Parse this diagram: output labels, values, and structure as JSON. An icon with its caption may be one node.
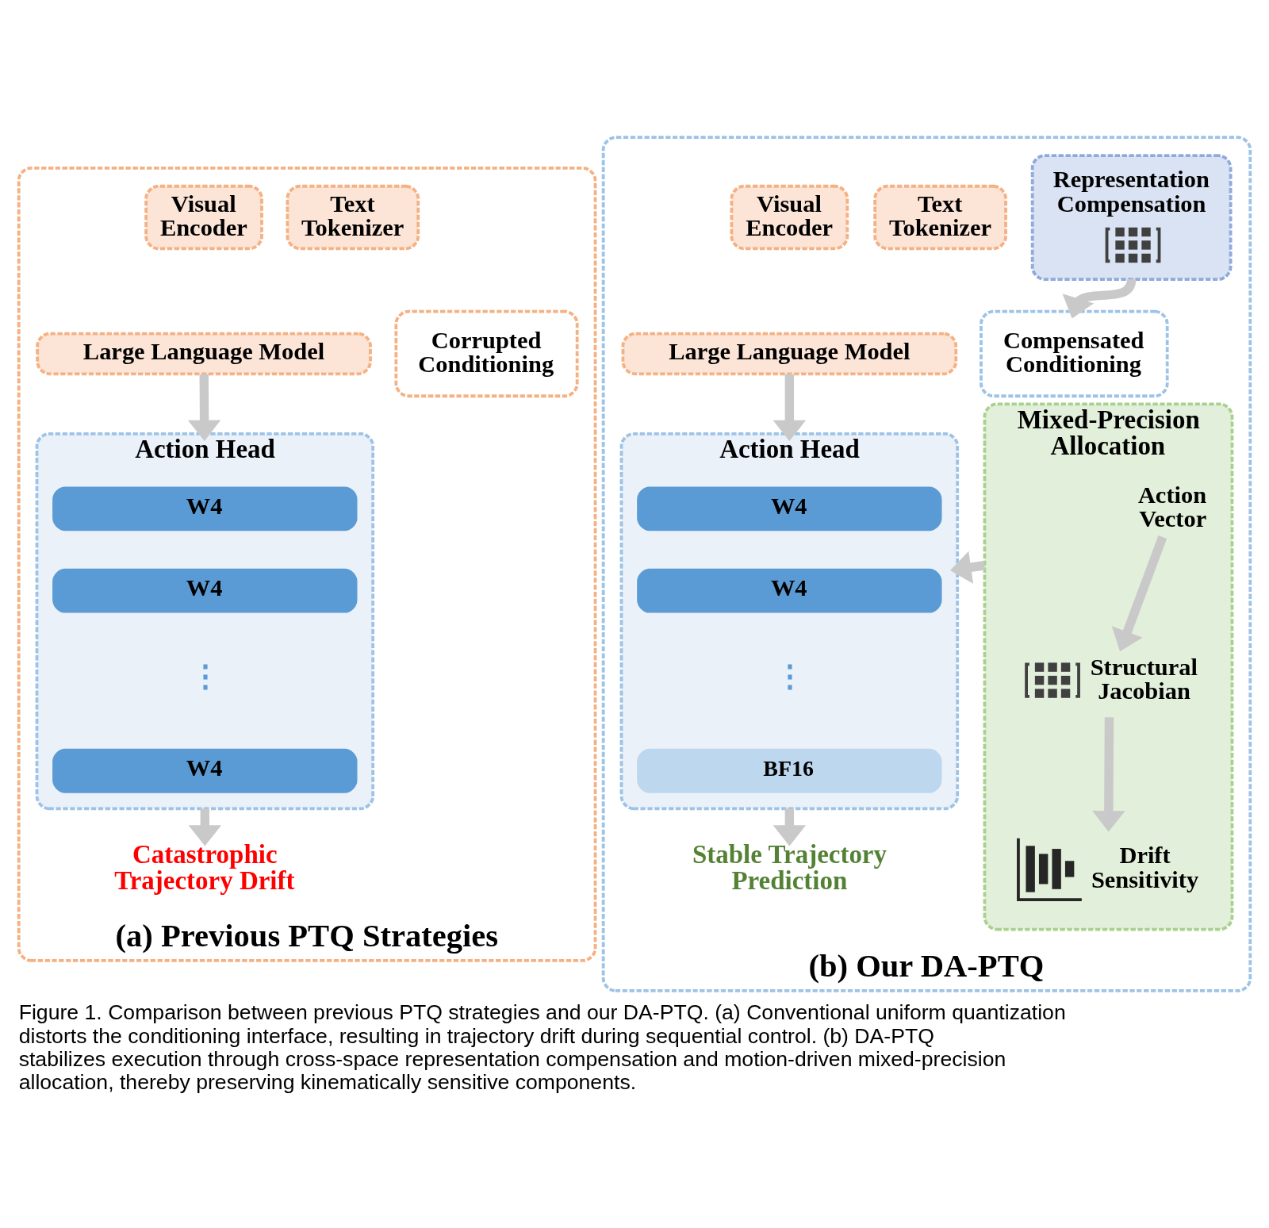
{
  "diagram": {
    "caption": "Figure 1. Comparison between previous PTQ strategies and our DA-PTQ. (a) Conventional uniform quantization distorts the conditioning interface, resulting in trajectory drift during sequential control. (b) DA-PTQ stabilizes execution through cross-space representation compensation and motion-driven mixed-precision allocation, thereby preserving kinematically sensitive components.",
    "nodes": [
      {
        "text": [
          "(a) Previous PTQ Strategies"
        ]
      },
      {
        "text": [
          "Visual Encoder"
        ],
        "in": 0
      },
      {
        "text": [
          "Text Tokenizer"
        ],
        "in": 0
      },
      {
        "text": [
          "Large Language Model"
        ],
        "in": 0
      },
      {
        "text": [
          "Corrupted Conditioning"
        ],
        "in": 0
      },
      {
        "text": [
          "Action Head"
        ],
        "in": 0
      },
      {
        "text": [
          "W4"
        ],
        "in": 5
      },
      {
        "text": [
          "W4"
        ],
        "in": 5
      },
      {
        "text": [
          "W4"
        ],
        "in": 5
      },
      {
        "text": [
          "Catastrophic Trajectory Drift"
        ],
        "in": 0
      },
      {
        "text": [
          "(b) Our DA-PTQ"
        ]
      },
      {
        "text": [
          "Visual Encoder"
        ],
        "in": 10
      },
      {
        "text": [
          "Text Tokenizer"
        ],
        "in": 10
      },
      {
        "text": [
          "Representation Compensation"
        ],
        "in": 10
      },
      {
        "text": [
          "Large Language Model"
        ],
        "in": 10
      },
      {
        "text": [
          "Compensated Conditioning"
        ],
        "in": 10
      },
      {
        "text": [
          "Action Head"
        ],
        "in": 10
      },
      {
        "text": [
          "W4"
        ],
        "in": 16
      },
      {
        "text": [
          "W4"
        ],
        "in": 16
      },
      {
        "text": [
          "BF16"
        ],
        "in": 16
      },
      {
        "text": [
          "Mixed-Precision Allocation"
        ],
        "in": 10
      },
      {
        "text": [
          "Action Vector"
        ],
        "in": 20
      },
      {
        "text": [
          "Structural Jacobian"
        ],
        "in": 20
      },
      {
        "text": [
          "Drift Sensitivity"
        ],
        "in": 20
      },
      {
        "text": [
          "Stable Trajectory Prediction"
        ],
        "in": 10
      }
    ],
    "edges": [
      {
        "from": 3,
        "to": 5,
        "arrow": "to"
      },
      {
        "from": 5,
        "to": 9,
        "arrow": "to"
      },
      {
        "from": 13,
        "to": 15,
        "arrow": "to"
      },
      {
        "from": 14,
        "to": 16,
        "arrow": "to"
      },
      {
        "from": 20,
        "to": 16,
        "arrow": "to"
      },
      {
        "from": 21,
        "to": 22,
        "arrow": "to"
      },
      {
        "from": 22,
        "to": 23,
        "arrow": "to"
      },
      {
        "from": 16,
        "to": 24,
        "arrow": "to"
      }
    ],
    "labels": [
      "⋮",
      "⋮"
    ]
  }
}
